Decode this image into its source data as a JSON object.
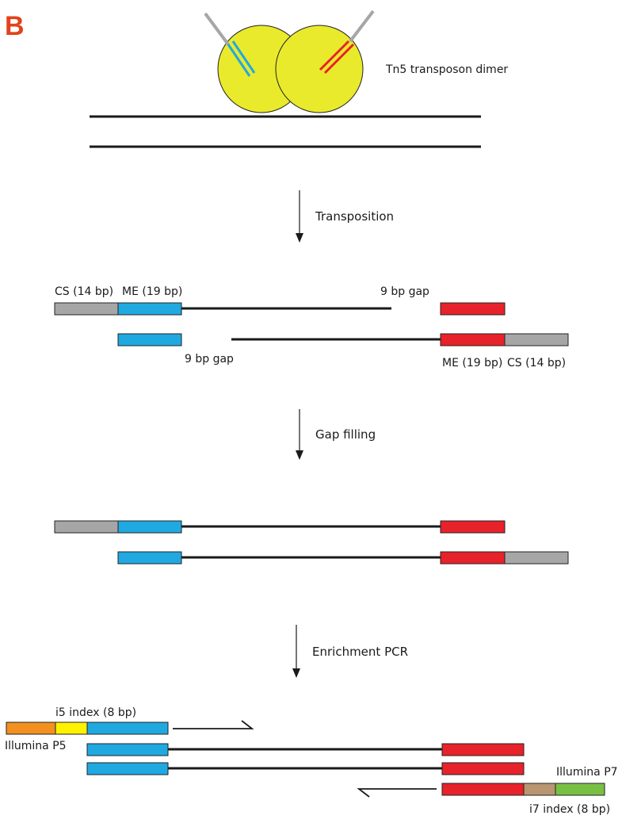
{
  "panel_label": "B",
  "colors": {
    "cs": "#a6a6a6",
    "me_left": "#20a9e1",
    "me_right": "#e8222a",
    "p5": "#f39020",
    "i5": "#fff200",
    "i7": "#b89672",
    "p7": "#78c043",
    "tn5": "#e9ea2b",
    "dna": "#1a1a1a"
  },
  "tn5": {
    "label": "Tn5 transposon dimer"
  },
  "steps": {
    "transposition": "Transposition",
    "gap_filling": "Gap filling",
    "enrichment": "Enrichment PCR"
  },
  "labels": {
    "cs_left": "CS (14 bp)",
    "me_left": "ME (19 bp)",
    "gap_top": "9 bp gap",
    "gap_bottom": "9 bp gap",
    "me_right": "ME (19 bp)",
    "cs_right": "CS (14 bp)",
    "i5": "i5 index (8 bp)",
    "p5": "Illumina P5",
    "p7": "Illumina P7",
    "i7": "i7 index (8 bp)"
  }
}
